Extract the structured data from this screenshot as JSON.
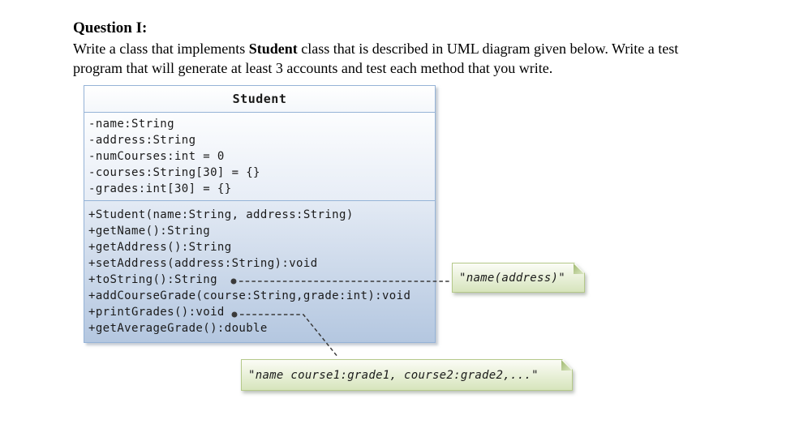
{
  "question": {
    "heading": "Question I:",
    "body_part1": "Write a class that implements ",
    "body_bold": "Student",
    "body_part2": " class that is described in UML diagram given below. Write a test program that will generate at least 3 accounts and test each method that you write."
  },
  "uml_class": {
    "title": "Student",
    "fields": [
      "-name:String",
      "-address:String",
      "-numCourses:int = 0",
      "-courses:String[30] = {}",
      "-grades:int[30] = {}"
    ],
    "methods": [
      "+Student(name:String, address:String)",
      "+getName():String",
      "+getAddress():String",
      "+setAddress(address:String):void",
      "+toString():String",
      "+addCourseGrade(course:String,grade:int):void",
      "+printGrades():void",
      "+getAverageGrade():double"
    ]
  },
  "notes": {
    "tostring_note": "\"name(address)\"",
    "printgrades_note": "\"name course1:grade1, course2:grade2,...\""
  },
  "colors": {
    "box_border": "#95b3d7",
    "box_fill_bottom": "#b4c7e0",
    "note_border": "#b5c98a",
    "note_fill": "#d6e4bc",
    "connector": "#3a3a3a"
  }
}
